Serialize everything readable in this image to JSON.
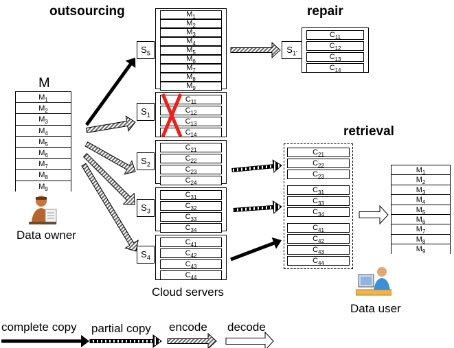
{
  "headings": {
    "outsourcing": "outsourcing",
    "repair": "repair",
    "retrieval": "retrieval"
  },
  "labels": {
    "original_file": "M",
    "data_owner": "Data owner",
    "cloud_servers": "Cloud servers",
    "data_user": "Data user"
  },
  "original_blocks": [
    {
      "base": "M",
      "sub": "1"
    },
    {
      "base": "M",
      "sub": "2"
    },
    {
      "base": "M",
      "sub": "3"
    },
    {
      "base": "M",
      "sub": "4"
    },
    {
      "base": "M",
      "sub": "5"
    },
    {
      "base": "M",
      "sub": "6"
    },
    {
      "base": "M",
      "sub": "7"
    },
    {
      "base": "M",
      "sub": "8"
    },
    {
      "base": "M",
      "sub": "9"
    }
  ],
  "servers": [
    {
      "id": "S5",
      "base": "S",
      "sub": "5",
      "blocks": [
        {
          "base": "M",
          "sub": "1"
        },
        {
          "base": "M",
          "sub": "2"
        },
        {
          "base": "M",
          "sub": "3"
        },
        {
          "base": "M",
          "sub": "4"
        },
        {
          "base": "M",
          "sub": "5"
        },
        {
          "base": "M",
          "sub": "6"
        },
        {
          "base": "M",
          "sub": "7"
        },
        {
          "base": "M",
          "sub": "8"
        },
        {
          "base": "M",
          "sub": "9"
        }
      ]
    },
    {
      "id": "S1",
      "base": "S",
      "sub": "1",
      "failed": true,
      "blocks": [
        {
          "base": "C",
          "sub": "11"
        },
        {
          "base": "C",
          "sub": "12"
        },
        {
          "base": "C",
          "sub": "13"
        },
        {
          "base": "C",
          "sub": "14"
        }
      ]
    },
    {
      "id": "S2",
      "base": "S",
      "sub": "2",
      "blocks": [
        {
          "base": "C",
          "sub": "21"
        },
        {
          "base": "C",
          "sub": "22"
        },
        {
          "base": "C",
          "sub": "23"
        },
        {
          "base": "C",
          "sub": "24"
        }
      ]
    },
    {
      "id": "S3",
      "base": "S",
      "sub": "3",
      "blocks": [
        {
          "base": "C",
          "sub": "31"
        },
        {
          "base": "C",
          "sub": "32"
        },
        {
          "base": "C",
          "sub": "33"
        },
        {
          "base": "C",
          "sub": "34"
        }
      ]
    },
    {
      "id": "S4",
      "base": "S",
      "sub": "4",
      "blocks": [
        {
          "base": "C",
          "sub": "41"
        },
        {
          "base": "C",
          "sub": "42"
        },
        {
          "base": "C",
          "sub": "43"
        },
        {
          "base": "C",
          "sub": "44"
        }
      ]
    }
  ],
  "repaired_server": {
    "base": "S",
    "sub": "1'",
    "blocks": [
      {
        "base": "C",
        "sub": "11"
      },
      {
        "base": "C",
        "sub": "12"
      },
      {
        "base": "C",
        "sub": "13"
      },
      {
        "base": "C",
        "sub": "14"
      }
    ]
  },
  "retrieval_groups": [
    [
      {
        "base": "C",
        "sub": "21"
      },
      {
        "base": "C",
        "sub": "22"
      },
      {
        "base": "C",
        "sub": "23"
      }
    ],
    [
      {
        "base": "C",
        "sub": "31"
      },
      {
        "base": "C",
        "sub": "33"
      },
      {
        "base": "C",
        "sub": "34"
      }
    ],
    [
      {
        "base": "C",
        "sub": "41"
      },
      {
        "base": "C",
        "sub": "42"
      },
      {
        "base": "C",
        "sub": "43"
      },
      {
        "base": "C",
        "sub": "44"
      }
    ]
  ],
  "decoded_blocks": [
    {
      "base": "M",
      "sub": "1"
    },
    {
      "base": "M",
      "sub": "2"
    },
    {
      "base": "M",
      "sub": "3"
    },
    {
      "base": "M",
      "sub": "4"
    },
    {
      "base": "M",
      "sub": "5"
    },
    {
      "base": "M",
      "sub": "6"
    },
    {
      "base": "M",
      "sub": "7"
    },
    {
      "base": "M",
      "sub": "8"
    },
    {
      "base": "M",
      "sub": "9"
    }
  ],
  "legend": {
    "complete_copy": "complete copy",
    "partial_copy": "partial copy",
    "encode": "encode",
    "decode": "decode"
  },
  "colors": {
    "failure_mark": "#e8231c",
    "user_shirt": "#3a8fd6",
    "owner_skin": "#c8763e"
  }
}
